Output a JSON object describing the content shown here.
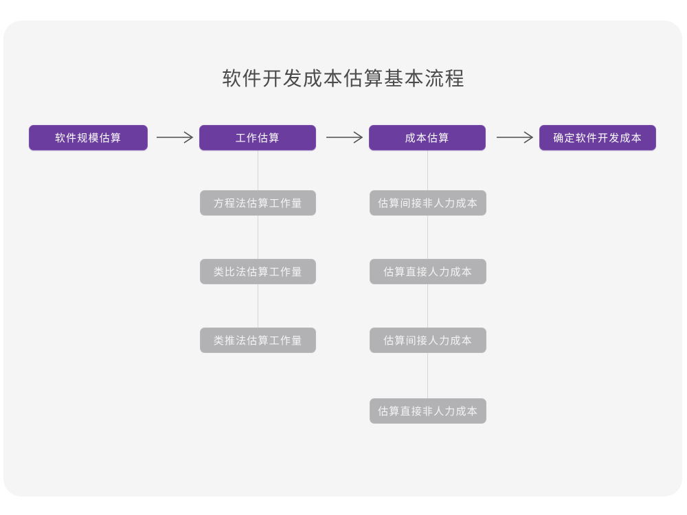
{
  "title": "软件开发成本估算基本流程",
  "colors": {
    "card_background": "#f5f5f6",
    "page_background": "#ffffff",
    "primary_node": "#6b3d9e",
    "primary_node_text": "#ffffff",
    "sub_node": "#b2b2b4",
    "sub_node_text": "#f4f4f4",
    "title_text": "#4a4a4a",
    "connector_line": "#d6d6d6",
    "arrow": "#4d4d4d"
  },
  "chart_data": {
    "type": "diagram",
    "diagram_type": "flowchart",
    "title": "软件开发成本估算基本流程",
    "orientation": "left-to-right with vertical sub-branches",
    "main_flow": [
      {
        "id": "scale",
        "label": "软件规模估算",
        "style": "primary"
      },
      {
        "id": "effort",
        "label": "工作估算",
        "style": "primary"
      },
      {
        "id": "cost",
        "label": "成本估算",
        "style": "primary"
      },
      {
        "id": "final",
        "label": "确定软件开发成本",
        "style": "primary"
      }
    ],
    "main_connectors": [
      {
        "from": "scale",
        "to": "effort",
        "glyph": "arrow-right-icon"
      },
      {
        "from": "effort",
        "to": "cost",
        "glyph": "arrow-right-icon"
      },
      {
        "from": "cost",
        "to": "final",
        "glyph": "arrow-right-icon"
      }
    ],
    "branches": [
      {
        "parent": "effort",
        "parent_label": "工作估算",
        "children": [
          {
            "label": "方程法估算工作量",
            "style": "sub"
          },
          {
            "label": "类比法估算工作量",
            "style": "sub"
          },
          {
            "label": "类推法估算工作量",
            "style": "sub"
          }
        ]
      },
      {
        "parent": "cost",
        "parent_label": "成本估算",
        "children": [
          {
            "label": "估算间接非人力成本",
            "style": "sub"
          },
          {
            "label": "估算直接人力成本",
            "style": "sub"
          },
          {
            "label": "估算间接人力成本",
            "style": "sub"
          },
          {
            "label": "估算直接非人力成本",
            "style": "sub"
          }
        ]
      }
    ]
  }
}
